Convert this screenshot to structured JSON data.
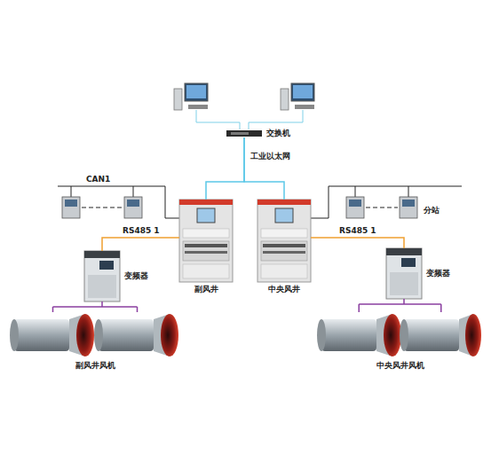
{
  "diagram": {
    "nodes": [
      {
        "text": [
          "交换机"
        ]
      },
      {
        "text": [
          "副风井"
        ]
      },
      {
        "text": [
          "中央风井"
        ]
      },
      {
        "text": [
          "变频器"
        ]
      },
      {
        "text": [
          "变频器"
        ]
      },
      {
        "text": [
          "副风井风机"
        ]
      },
      {
        "text": [
          "中央风井风机"
        ]
      }
    ],
    "edges": [
      {
        "from": 0,
        "to": 1,
        "arrow": "none"
      },
      {
        "from": 0,
        "to": 2,
        "arrow": "none"
      },
      {
        "from": 1,
        "to": 3,
        "label": "RS485 1",
        "arrow": "none"
      },
      {
        "from": 2,
        "to": 4,
        "label": "RS485 1",
        "arrow": "none"
      },
      {
        "from": 3,
        "to": 5,
        "arrow": "none"
      },
      {
        "from": 4,
        "to": 6,
        "arrow": "none"
      }
    ],
    "labels": [
      "工业以太网",
      "CAN1",
      "分站"
    ]
  }
}
